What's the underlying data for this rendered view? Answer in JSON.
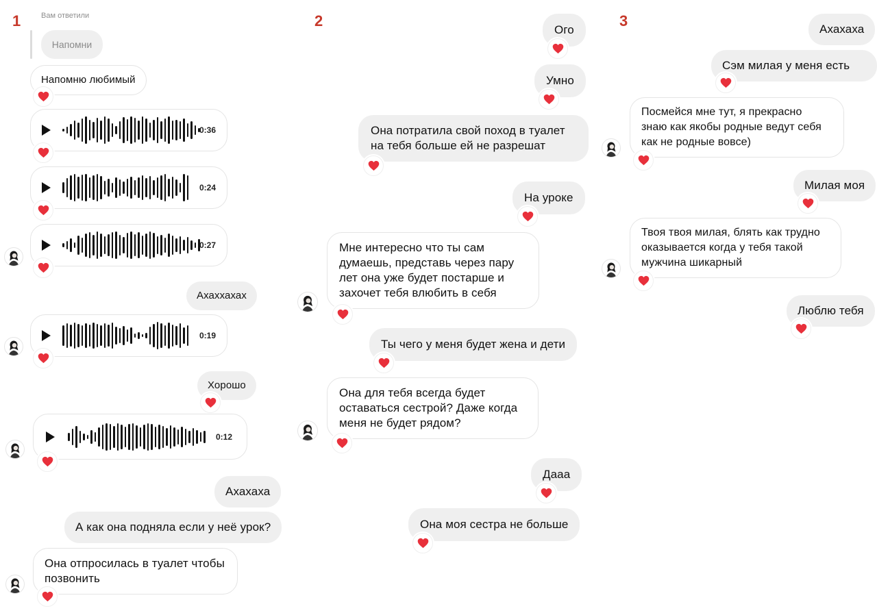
{
  "panels": {
    "one": {
      "number": "1"
    },
    "two": {
      "number": "2"
    },
    "three": {
      "number": "3"
    }
  },
  "panel1": {
    "reply_label": "Вам ответили",
    "quoted_message": "Напомни",
    "messages": [
      {
        "text": "Напомню любимый"
      },
      {
        "duration": "0:36"
      },
      {
        "duration": "0:24"
      },
      {
        "duration": "0:27"
      },
      {
        "text": "Ахаххахах"
      },
      {
        "duration": "0:19"
      },
      {
        "text": "Хорошо"
      },
      {
        "duration": "0:12"
      },
      {
        "text": "Ахахаха"
      },
      {
        "text": "А как она подняла если у неё урок?"
      },
      {
        "text": "Она отпросилась в туалет чтобы\nпозвонить"
      }
    ]
  },
  "panel2": {
    "messages": [
      {
        "text": "Ого"
      },
      {
        "text": "Умно"
      },
      {
        "text": "Она потратила свой поход в туалет\nна тебя больше ей не разрешат"
      },
      {
        "text": "На уроке"
      },
      {
        "text": "Мне интересно что ты сам\nдумаешь, представь через пару\nлет она уже будет постарше и\nзахочет тебя влюбить в себя"
      },
      {
        "text": "Ты чего у меня будет жена и дети"
      },
      {
        "text": "Она для тебя всегда будет\nоставаться сестрой? Даже когда\nменя не будет рядом?"
      },
      {
        "text": "Дааа"
      },
      {
        "text": "Она моя сестра не больше"
      }
    ]
  },
  "panel3": {
    "messages": [
      {
        "text": "Ахахаха"
      },
      {
        "text": "Сэм милая у меня есть ты"
      },
      {
        "text": "Посмейся мне тут, я прекрасно\nзнаю как якобы родные ведут себя\nкак не родные вовсе)"
      },
      {
        "text": "Милая моя"
      },
      {
        "text": "Твоя твоя милая, блять как трудно\nоказывается когда у тебя такой\nмужчина шикарный"
      },
      {
        "text": "Люблю тебя"
      }
    ]
  },
  "icons": {
    "reaction": "heart-icon",
    "voice_play": "play-icon",
    "avatar": "contact-avatar"
  },
  "colors": {
    "panel_number": "#c7392b",
    "heart": "#e8303b",
    "outgoing_bubble": "#efefef",
    "incoming_border": "#e4e4e4"
  }
}
